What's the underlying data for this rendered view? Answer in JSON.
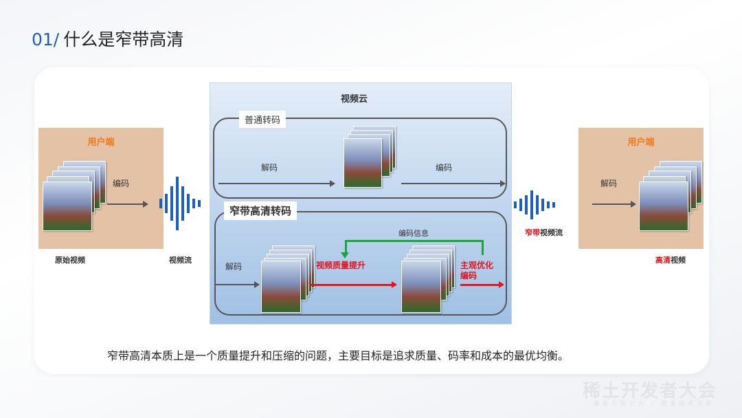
{
  "title": {
    "number": "01/",
    "text": "什么是窄带高清"
  },
  "left_user": {
    "label": "用户端",
    "action": "编码",
    "caption": "原始视频"
  },
  "stream_left": {
    "caption": "视频流"
  },
  "cloud": {
    "title": "视频云",
    "normal": {
      "label": "普通转码",
      "decode": "解码",
      "encode": "编码"
    },
    "nbhd": {
      "label": "窄带高清转码",
      "decode": "解码",
      "feedback": "编码信息",
      "enhance": "视频质量提升",
      "encode_line1": "主观优化",
      "encode_line2": "编码"
    }
  },
  "stream_right": {
    "caption_red": "窄带",
    "caption": "视频流"
  },
  "right_user": {
    "label": "用户端",
    "action": "解码",
    "caption_red": "高清",
    "caption": "视频"
  },
  "summary": "窄带高清本质上是一个质量提升和压缩的问题，主要目标是追求质量、码率和成本的最优均衡。",
  "watermark": {
    "name": "稀土开发者大会",
    "slogan": "激发万有引力 / 掘金技术未来"
  },
  "colors": {
    "accent": "#1e5fb4",
    "highlight": "#e0141e",
    "feedback": "#1aa53a"
  }
}
